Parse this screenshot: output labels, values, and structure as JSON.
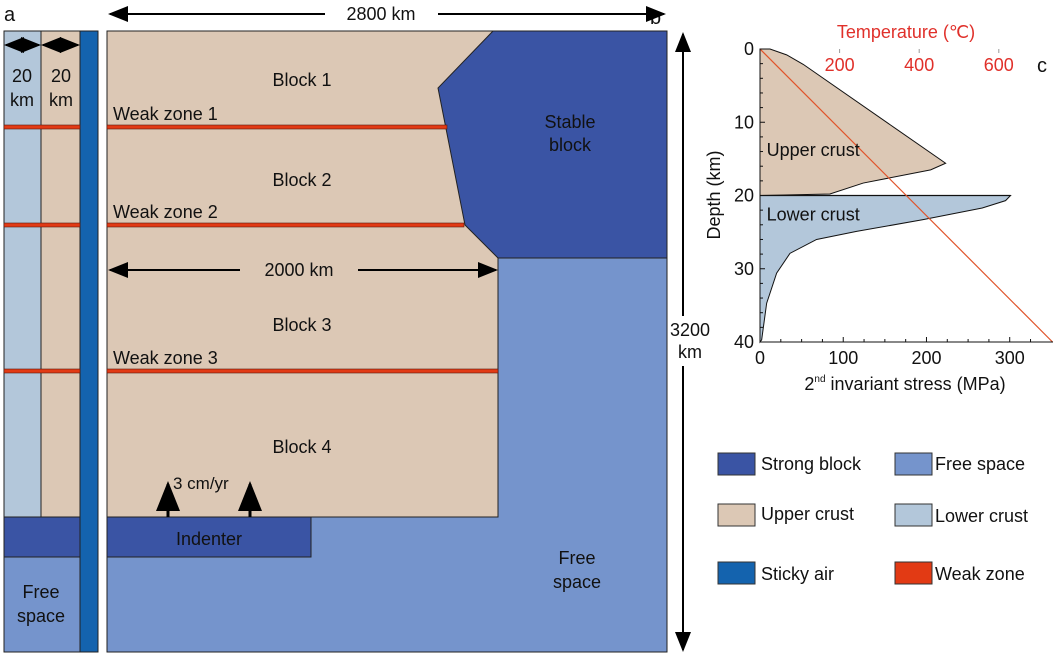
{
  "panel_labels": {
    "a": "a",
    "b": "b",
    "c": "c"
  },
  "panel_a": {
    "width_left": [
      "20",
      "km"
    ],
    "width_right": [
      "20",
      "km"
    ],
    "free_space": [
      "Free",
      "space"
    ]
  },
  "panel_b": {
    "width_total": "2800 km",
    "height_total": [
      "3200",
      "km"
    ],
    "block_width": "2000 km",
    "blocks": [
      "Block 1",
      "Block 2",
      "Block 3",
      "Block 4"
    ],
    "weak_zones": [
      "Weak zone 1",
      "Weak zone 2",
      "Weak zone 3"
    ],
    "stable_block": [
      "Stable",
      "block"
    ],
    "free_space": [
      "Free",
      "space"
    ],
    "indenter": "Indenter",
    "velocity": "3 cm/yr"
  },
  "legend": [
    {
      "label": "Strong block",
      "color": "#3a54a4"
    },
    {
      "label": "Free space",
      "color": "#7594cc"
    },
    {
      "label": "Upper crust",
      "color": "#dcc8b5"
    },
    {
      "label": "Lower crust",
      "color": "#b3c7da"
    },
    {
      "label": "Sticky air",
      "color": "#1463ae"
    },
    {
      "label": "Weak zone",
      "color": "#e23a14"
    }
  ],
  "chart_data": {
    "type": "area",
    "title_top_axis": "Temperature (℃)",
    "xlabel_sup": "nd",
    "xlabel_pre": "2",
    "xlabel_post": " invariant stress (MPa)",
    "ylabel": "Depth (km)",
    "xlim": [
      0,
      352
    ],
    "ylim": [
      0,
      40
    ],
    "xticks": [
      0,
      100,
      200,
      300
    ],
    "yticks": [
      0,
      10,
      20,
      30,
      40
    ],
    "temp_lim": [
      0,
      735
    ],
    "temp_ticks": [
      200,
      400,
      600
    ],
    "regions": [
      {
        "name": "Upper crust",
        "color": "#dcc8b5",
        "stress_depth": [
          [
            0,
            0
          ],
          [
            12,
            0
          ],
          [
            32,
            0.8
          ],
          [
            52,
            2.1
          ],
          [
            223,
            15.6
          ],
          [
            205,
            16.5
          ],
          [
            124,
            18.3
          ],
          [
            84,
            19.8
          ],
          [
            0,
            20
          ]
        ]
      },
      {
        "name": "Lower crust",
        "color": "#b3c7da",
        "stress_depth": [
          [
            0,
            20
          ],
          [
            301,
            20
          ],
          [
            295,
            20.7
          ],
          [
            267,
            21.7
          ],
          [
            196,
            23.3
          ],
          [
            116,
            24.9
          ],
          [
            68,
            26
          ],
          [
            36,
            27.9
          ],
          [
            20,
            30.6
          ],
          [
            8,
            34.7
          ],
          [
            2,
            39.7
          ],
          [
            0,
            40
          ]
        ]
      }
    ],
    "temperature_profile": {
      "name": "Geotherm",
      "color": "#e0532a",
      "temp_depth": [
        [
          0,
          0
        ],
        [
          735,
          40
        ]
      ]
    }
  }
}
